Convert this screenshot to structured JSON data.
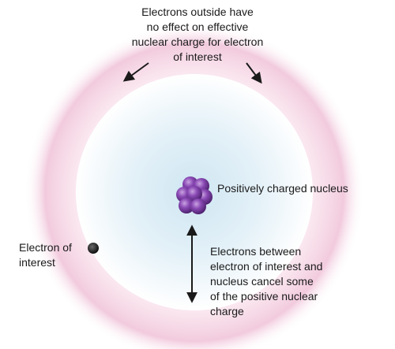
{
  "annotations": {
    "outer_note": {
      "lines": [
        "Electrons outside have",
        "no effect on effective",
        "nuclear charge for electron",
        "of interest"
      ]
    },
    "nucleus_label": {
      "lines": [
        "Positively charged nucleus"
      ]
    },
    "electron_label": {
      "lines": [
        "Electron of",
        "interest"
      ]
    },
    "shielding_note": {
      "lines": [
        "Electrons between",
        "electron of interest and",
        "nucleus cancel some",
        "of the positive nuclear",
        "charge"
      ]
    }
  },
  "colors": {
    "outer_glow": "#d98bb0",
    "inner_region_center": "#cfe6f2",
    "inner_region_edge": "#ffffff",
    "nucleon": "#7b3fa3",
    "nucleon_highlight": "#c9a3e0",
    "electron": "#1e1e1e",
    "arrow": "#1a1a1a",
    "text": "#1a1a1a"
  }
}
